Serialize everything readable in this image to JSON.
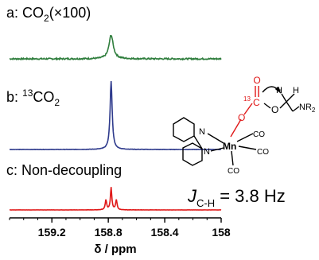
{
  "chart_data": {
    "type": "line",
    "xlabel": "δ / ppm",
    "xlim": [
      159.5,
      158.0
    ],
    "x_ticks": [
      "159.2",
      "158.8",
      "158.4",
      "158"
    ],
    "x_tick_values": [
      159.2,
      158.8,
      158.4,
      158.0
    ],
    "series": [
      {
        "label_prefix": "a: CO",
        "label_sub": "2",
        "label_suffix": "(×100)",
        "color": "#2e7d3c",
        "peak_ppm": 158.78,
        "noise": 0.06,
        "width": 0.018,
        "shape": "singlet"
      },
      {
        "label_prefix": "b: ",
        "label_sup": "13",
        "label_middle": "CO",
        "label_sub": "2",
        "color": "#2e3a8c",
        "peak_ppm": 158.78,
        "noise": 0.005,
        "width": 0.009,
        "shape": "singlet"
      },
      {
        "label": "c: Non-decoupling",
        "color": "#e01818",
        "peak_ppm": 158.78,
        "noise": 0.01,
        "width": 0.006,
        "shape": "triplet",
        "coupling_ppm": 0.037
      }
    ]
  },
  "molecule": {
    "atom_o_carbonyl": "O",
    "atom_13_label": "13",
    "atom_c": "C",
    "atom_o_ester": "O",
    "atom_o_ether": "O",
    "atom_h1": "H",
    "atom_h2": "H",
    "atom_nr": "NR",
    "atom_nr_sub": "2",
    "atom_mn": "Mn",
    "atom_n1": "N",
    "atom_n2": "N",
    "ligand_co": "CO"
  },
  "coupling": {
    "j_symbol": "J",
    "j_sub": "C-H",
    "j_value": " = 3.8 Hz"
  },
  "colors": {
    "highlight": "#e01818",
    "axis": "#000000"
  }
}
